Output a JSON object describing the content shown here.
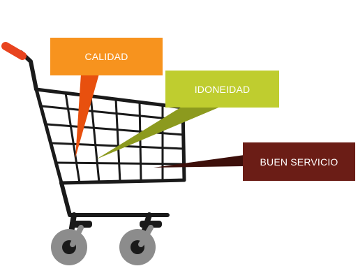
{
  "colors": {
    "background": "#ffffff",
    "cart": "#1a1a1a",
    "handle_grip": "#e8431e",
    "wheel": "#8c8c8c",
    "wheel_hub": "#1a1a1a",
    "calidad": "#f7931e",
    "calidad_pointer": "#e8500e",
    "idoneidad": "#bfcd2f",
    "idoneidad_pointer": "#8c9a1e",
    "servicio": "#6b1d16",
    "servicio_pointer": "#3d0f0a",
    "label_text": "#ffffff"
  },
  "callouts": {
    "calidad": {
      "label": "CALIDAD"
    },
    "idoneidad": {
      "label": "IDONEIDAD"
    },
    "servicio": {
      "label": "BUEN SERVICIO"
    }
  },
  "icons": {
    "cart": "shopping-cart-icon",
    "wheel": "wheel-icon"
  }
}
